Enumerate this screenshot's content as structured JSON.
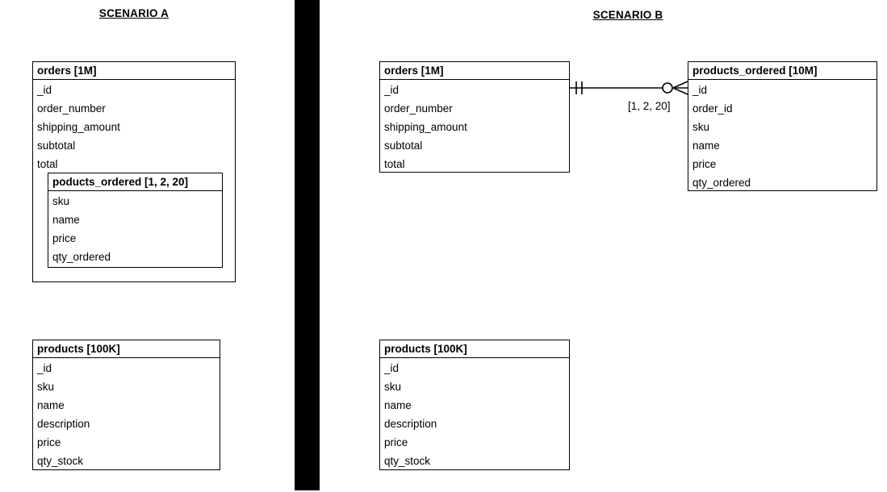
{
  "diagram": {
    "background_color": "#ffffff",
    "line_color": "#000000",
    "divider_color": "#000000"
  },
  "scenario_a": {
    "title": "SCENARIO A",
    "orders": {
      "header": "orders [1M]",
      "fields": [
        "_id",
        "order_number",
        "shipping_amount",
        "subtotal",
        "total"
      ],
      "nested": {
        "header": "poducts_ordered [1, 2, 20]",
        "fields": [
          "sku",
          "name",
          "price",
          "qty_ordered"
        ]
      }
    },
    "products": {
      "header": "products [100K]",
      "fields": [
        "_id",
        "sku",
        "name",
        "description",
        "price",
        "qty_stock"
      ]
    }
  },
  "scenario_b": {
    "title": "SCENARIO B",
    "orders": {
      "header": "orders [1M]",
      "fields": [
        "_id",
        "order_number",
        "shipping_amount",
        "subtotal",
        "total"
      ]
    },
    "products_ordered": {
      "header": "products_ordered [10M]",
      "fields": [
        "_id",
        "order_id",
        "sku",
        "name",
        "price",
        "qty_ordered"
      ]
    },
    "products": {
      "header": "products [100K]",
      "fields": [
        "_id",
        "sku",
        "name",
        "description",
        "price",
        "qty_stock"
      ]
    },
    "relationship": {
      "label": "[1, 2, 20]",
      "left_cardinality": "one-and-only-one",
      "right_cardinality": "zero-or-many"
    }
  }
}
